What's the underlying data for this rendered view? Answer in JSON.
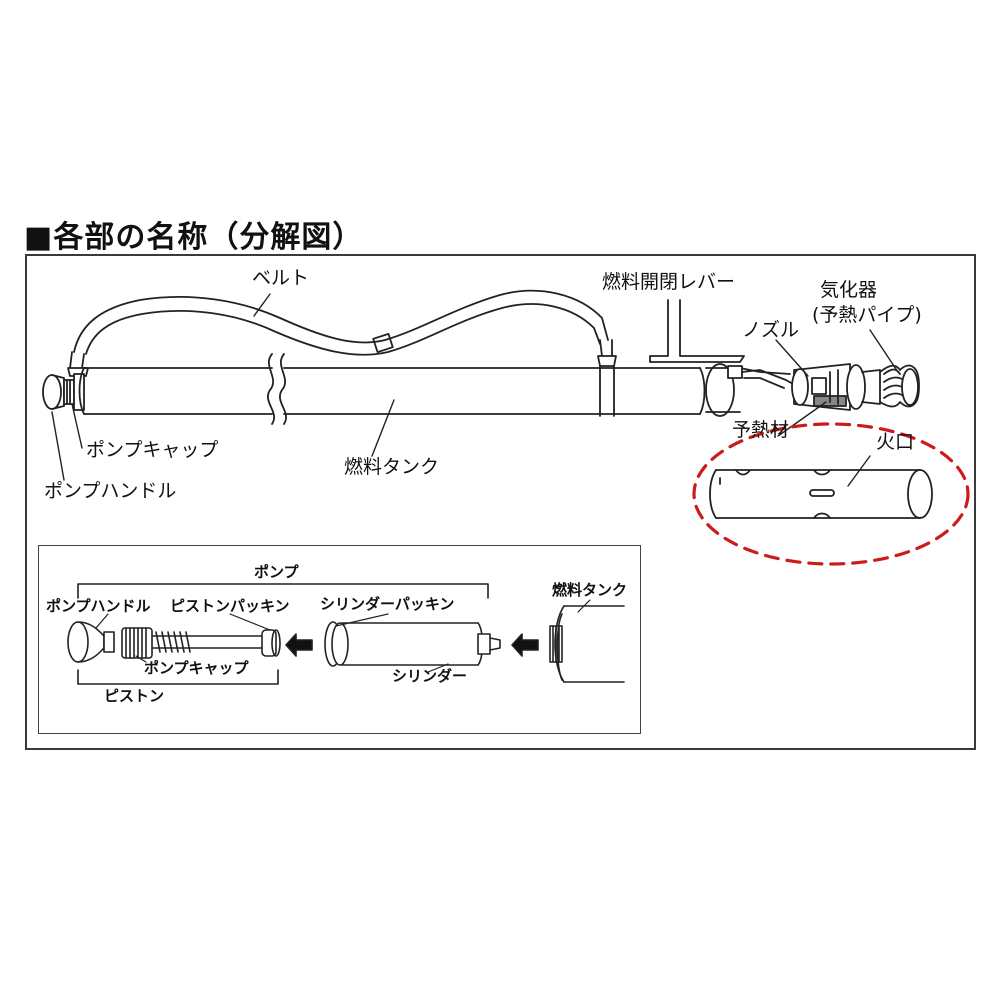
{
  "heading": "■各部の名称（分解図）",
  "main_labels": {
    "belt": "ベルト",
    "fuel_lever": "燃料開閉レバー",
    "vaporizer": "気化器",
    "preheat_pipe": "(予熱パイプ)",
    "nozzle": "ノズル",
    "preheat_material": "予熱材",
    "burner_mouth": "火口",
    "pump_cap": "ポンプキャップ",
    "pump_handle": "ポンプハンドル",
    "fuel_tank": "燃料タンク"
  },
  "inset_labels": {
    "pump": "ポンプ",
    "pump_handle": "ポンプハンドル",
    "piston_packing": "ピストンパッキン",
    "cylinder_packing": "シリンダーパッキン",
    "fuel_tank": "燃料タンク",
    "pump_cap": "ポンプキャップ",
    "cylinder": "シリンダー",
    "piston": "ピストン"
  },
  "colors": {
    "line": "#222222",
    "highlight_dashed": "#cc1b1b"
  }
}
